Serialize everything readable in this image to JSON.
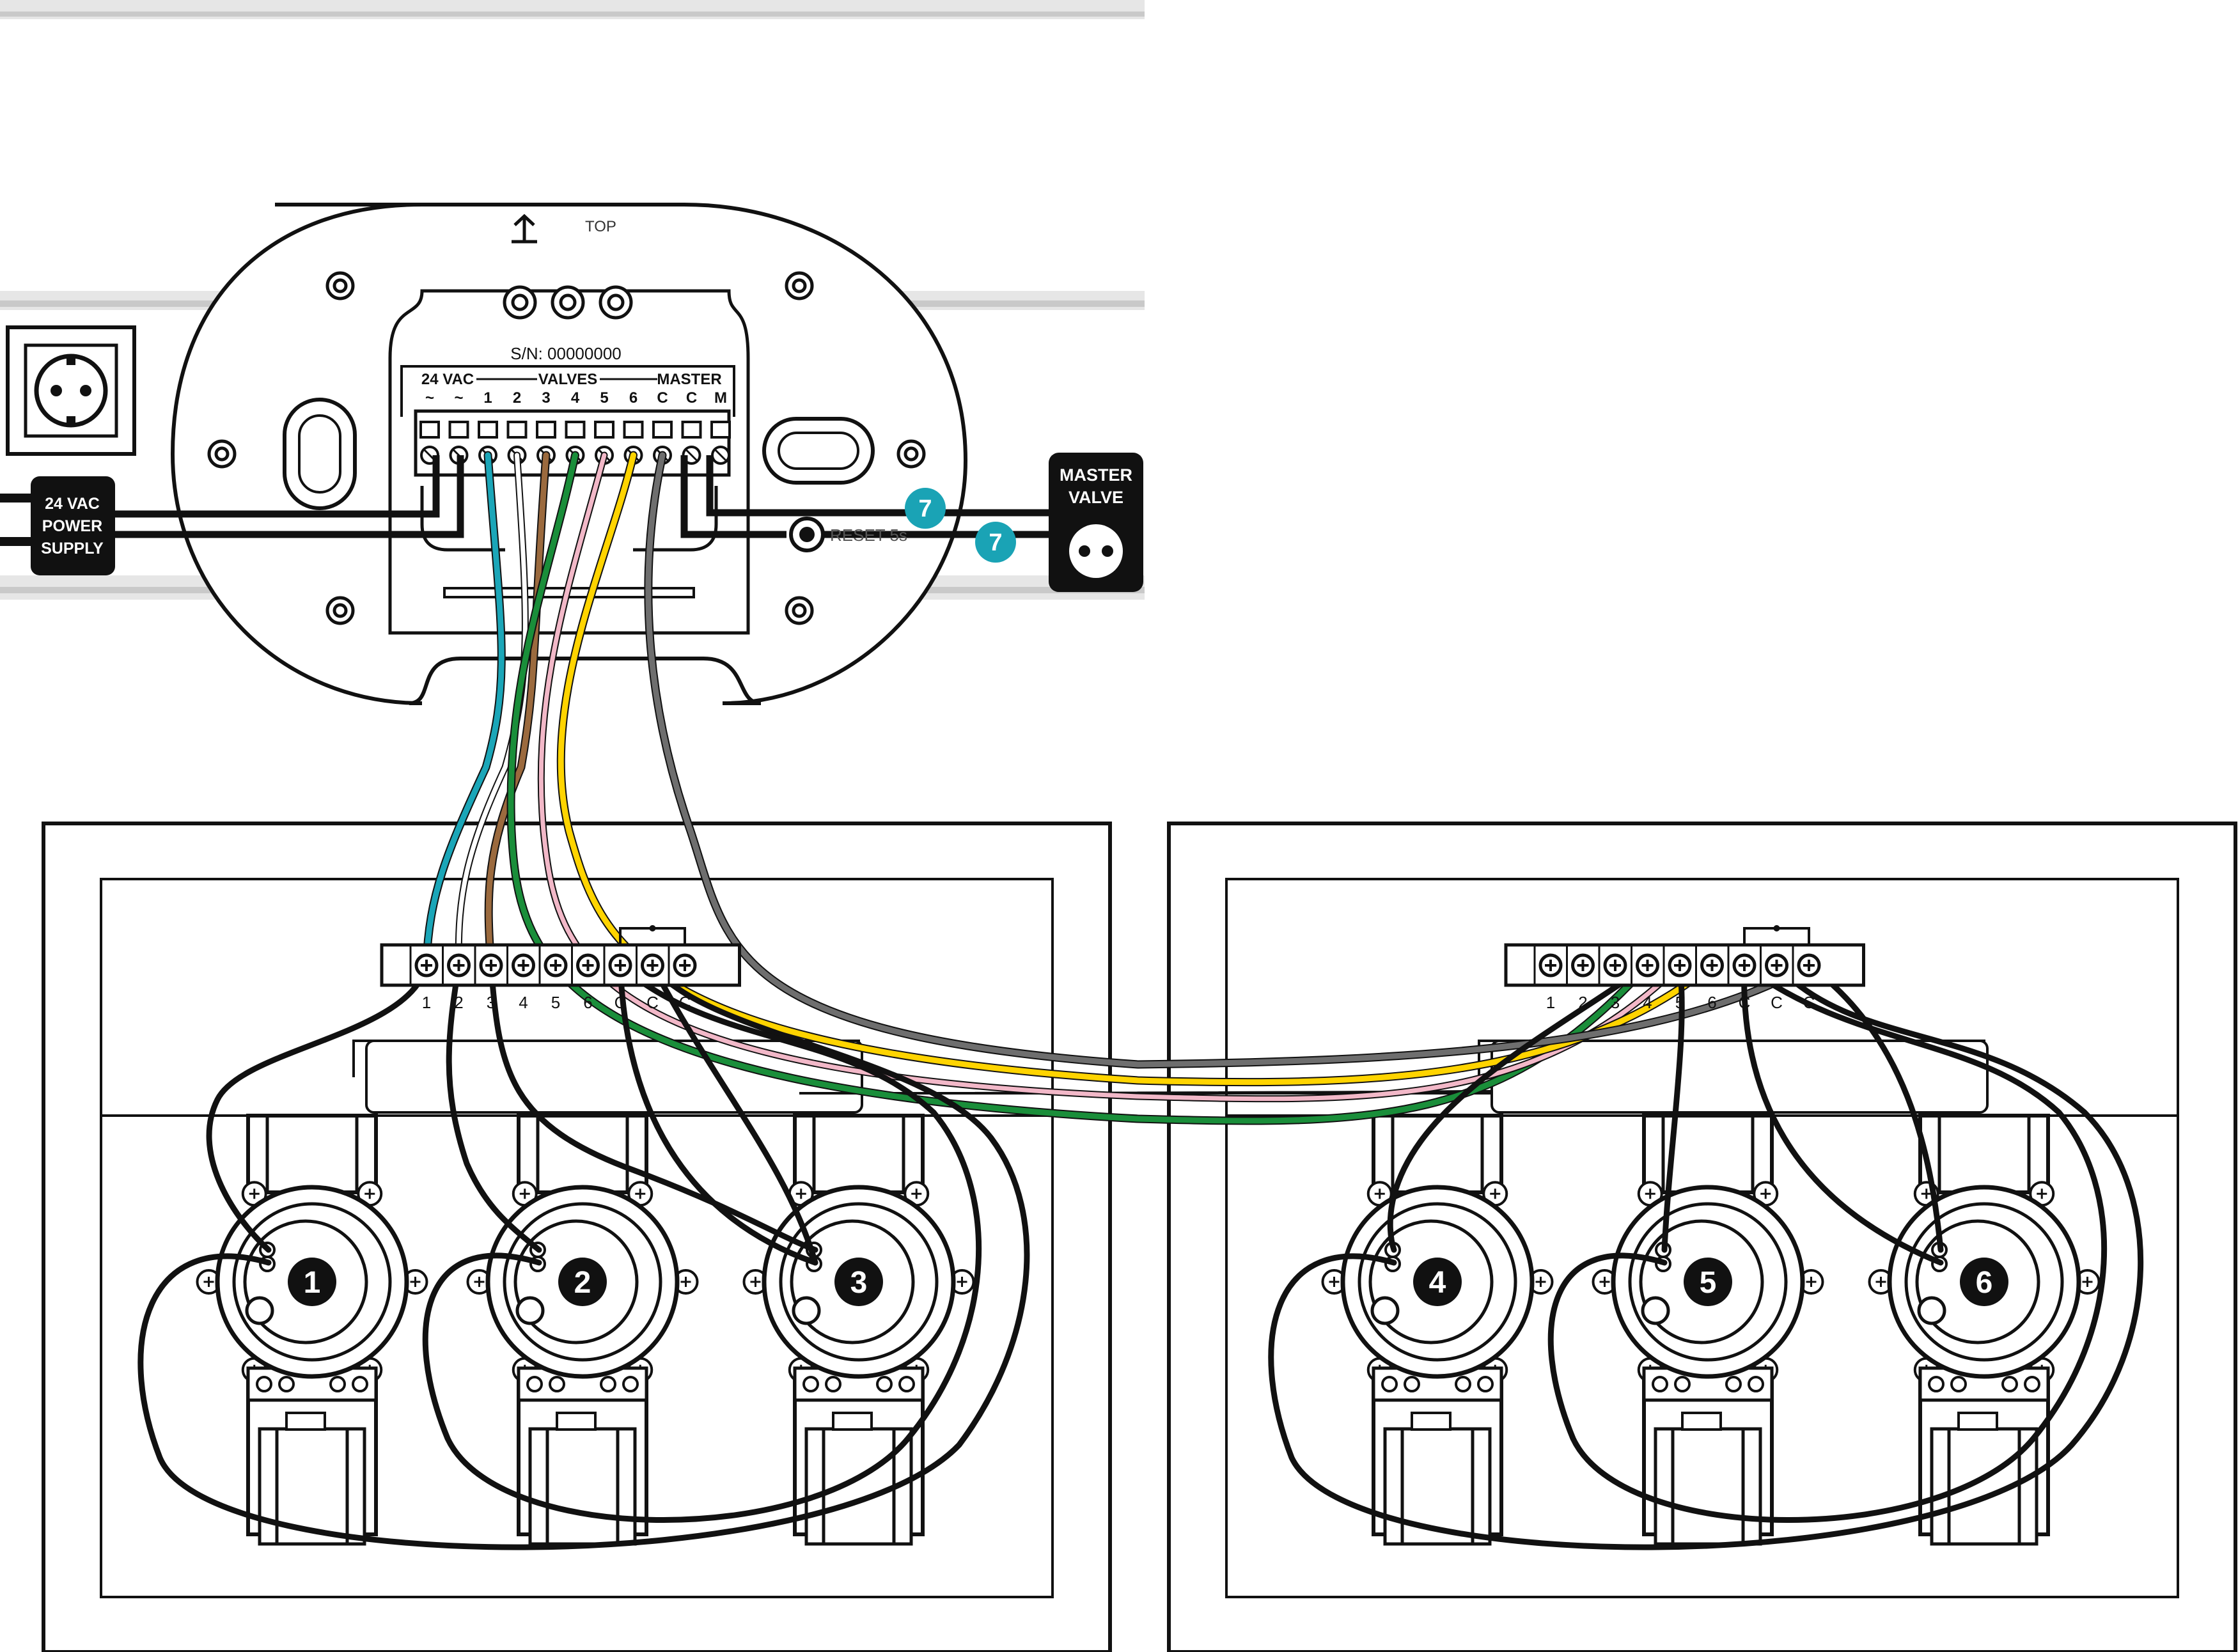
{
  "controller": {
    "top_label": "TOP",
    "serial": "S/N: 00000000",
    "group_24vac": "24 VAC",
    "group_valves": "VALVES",
    "group_master": "MASTER",
    "terminals": [
      "~",
      "~",
      "1",
      "2",
      "3",
      "4",
      "5",
      "6",
      "C",
      "C",
      "M"
    ],
    "reset_label": "RESET 5s"
  },
  "power_supply": {
    "line1": "24 VAC",
    "line2": "POWER",
    "line3": "SUPPLY"
  },
  "master_valve": {
    "line1": "MASTER",
    "line2": "VALVE"
  },
  "callouts": [
    "7",
    "7"
  ],
  "box_left": {
    "terminals": [
      "1",
      "2",
      "3",
      "4",
      "5",
      "6",
      "C",
      "C",
      "C"
    ],
    "valves": [
      "1",
      "2",
      "3"
    ]
  },
  "box_right": {
    "terminals": [
      "1",
      "2",
      "3",
      "4",
      "5",
      "6",
      "C",
      "C",
      "C"
    ],
    "valves": [
      "4",
      "5",
      "6"
    ]
  },
  "wire_colors": {
    "1": "#1ba6b8",
    "2": "#ffffff",
    "3": "#9b6a3e",
    "4": "#1a8e3a",
    "5": "#f2b8c8",
    "6": "#ffd400",
    "common": "#6e6e6e",
    "black": "#111111",
    "callout": "#1aa3b5"
  }
}
